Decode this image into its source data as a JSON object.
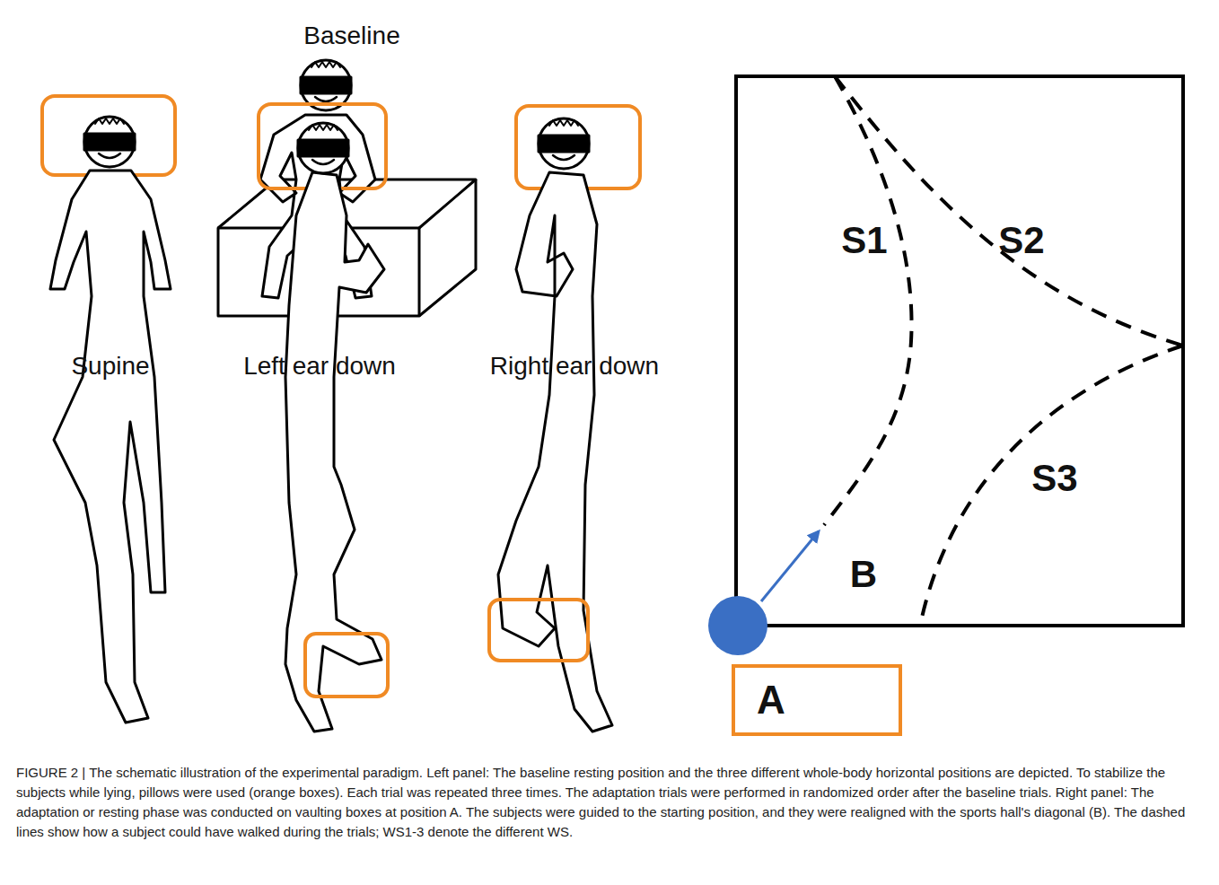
{
  "diagram": {
    "caption": "FIGURE 2 | The schematic illustration of the experimental paradigm. Left panel: The baseline resting position and the three different whole-body horizontal positions are depicted. To stabilize the subjects while lying, pillows were used (orange boxes). Each trial was repeated three times. The adaptation trials were performed in randomized order after the baseline trials. Right panel: The adaptation or resting phase was conducted on vaulting boxes at position A. The subjects were guided to the starting position, and they were realigned with the sports hall's diagonal (B). The dashed lines show how a subject could have walked during the trials; WS1-3 denote the different WS.",
    "nodes": [
      {
        "text": [
          "A"
        ]
      }
    ],
    "labels": [
      "Baseline",
      "Supine",
      "Left ear down",
      "Right ear down",
      "S1",
      "S2",
      "S3",
      "B"
    ]
  }
}
